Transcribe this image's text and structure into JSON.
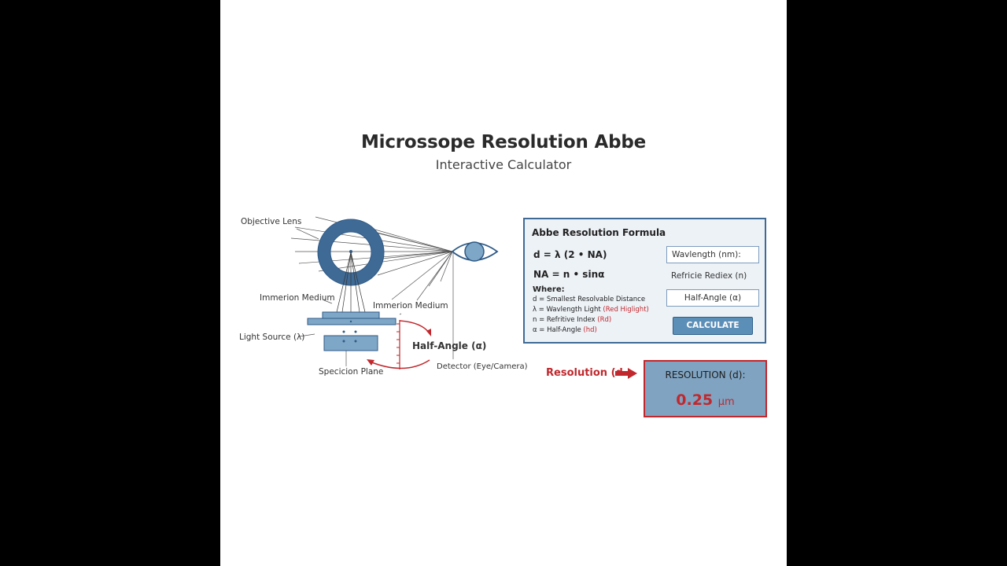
{
  "header": {
    "title": "Microssope Resolution Abbe",
    "subtitle": "Interactive Calculator"
  },
  "diagram": {
    "labels": {
      "objective_lens": "Objective Lens",
      "immersion_medium_left": "Immerion Medium",
      "immersion_medium_right": "Immerion Medium",
      "light_source": "Light Source (λ)",
      "half_angle": "Half-Angle (α)",
      "specimen_plane": "Specicion Plane",
      "detector": "Detector (Eye/Camera)"
    }
  },
  "formula_panel": {
    "title": "Abbe Resolution Formula",
    "formula_resolution": "d = λ (2 • NA)",
    "formula_na": "NA = n • sinα",
    "where_label": "Where:",
    "definitions": [
      {
        "text": "d = Smallest Resolvable Distance",
        "note": ""
      },
      {
        "text": "λ = Wavlength Light",
        "note": "(Red Higlight)"
      },
      {
        "text": "n = Refritive Index",
        "note": "(Rd)"
      },
      {
        "text": "α = Half-Angle",
        "note": "(hd)"
      }
    ],
    "wavelength_field": "Wavlength (nm):",
    "refractive_label": "Refricie Rediex (n)",
    "half_angle_field": "Half-Angle (α)",
    "calculate_button": "CALCULATE"
  },
  "result": {
    "arrow_label": "Resolution (d",
    "box_title": "RESOLUTION (d):",
    "value": "0.25",
    "unit": "μm"
  },
  "colors": {
    "accent_blue": "#5c8fb8",
    "dark_blue": "#3f6a96",
    "highlight_red": "#c0282d",
    "panel_bg": "#edf2f7"
  },
  "icons": {
    "eye": "eye-icon",
    "arrow": "arrow-right-icon"
  }
}
